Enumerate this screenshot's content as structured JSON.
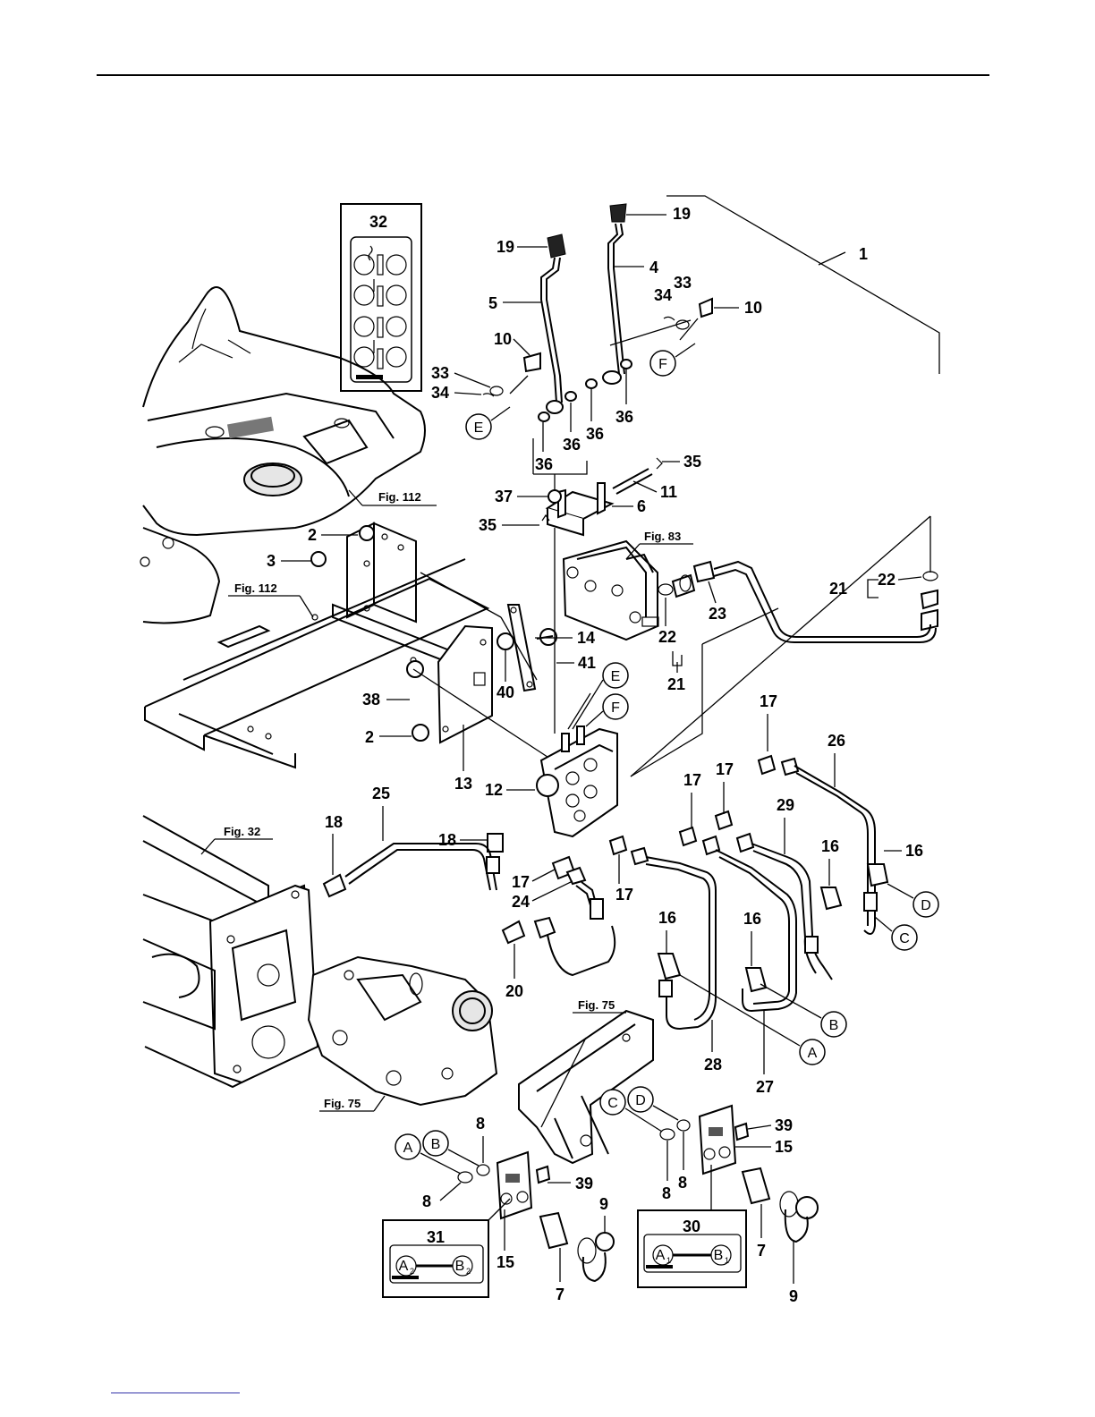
{
  "callouts": {
    "n1": "1",
    "n2a": "2",
    "n2b": "2",
    "n3": "3",
    "n4": "4",
    "n5": "5",
    "n6": "6",
    "n7a": "7",
    "n7b": "7",
    "n8a": "8",
    "n8b": "8",
    "n8c": "8",
    "n8d": "8",
    "n9a": "9",
    "n9b": "9",
    "n10a": "10",
    "n10b": "10",
    "n11": "11",
    "n12": "12",
    "n13": "13",
    "n14": "14",
    "n15a": "15",
    "n15b": "15",
    "n16a": "16",
    "n16b": "16",
    "n16c": "16",
    "n16d": "16",
    "n17a": "17",
    "n17b": "17",
    "n17c": "17",
    "n17d": "17",
    "n17e": "17",
    "n18a": "18",
    "n18b": "18",
    "n19a": "19",
    "n19b": "19",
    "n20": "20",
    "n21a": "21",
    "n21b": "21",
    "n22a": "22",
    "n22b": "22",
    "n23": "23",
    "n24": "24",
    "n25": "25",
    "n26": "26",
    "n27": "27",
    "n28": "28",
    "n29": "29",
    "n30": "30",
    "n31": "31",
    "n32": "32",
    "n33a": "33",
    "n33b": "33",
    "n34a": "34",
    "n34b": "34",
    "n35a": "35",
    "n35b": "35",
    "n36a": "36",
    "n36b": "36",
    "n36c": "36",
    "n36d": "36",
    "n37": "37",
    "n38": "38",
    "n39a": "39",
    "n39b": "39",
    "n40": "40",
    "n41": "41"
  },
  "fig_refs": {
    "fig112a": "Fig. 112",
    "fig112b": "Fig. 112",
    "fig83": "Fig. 83",
    "fig32": "Fig. 32",
    "fig75a": "Fig. 75",
    "fig75b": "Fig. 75"
  },
  "connection_marks": {
    "e1": "E",
    "e2": "E",
    "f1": "F",
    "f2": "F",
    "a1": "A",
    "a2": "A",
    "b1": "B",
    "b2": "B",
    "c1": "C",
    "c2": "C",
    "d1": "D",
    "d2": "D"
  },
  "labels": {
    "label31_a": "A",
    "label31_a_sub": "2",
    "label31_b": "B",
    "label31_b_sub": "2",
    "label30_a": "A",
    "label30_a_sub": "1",
    "label30_b": "B",
    "label30_b_sub": "1"
  }
}
